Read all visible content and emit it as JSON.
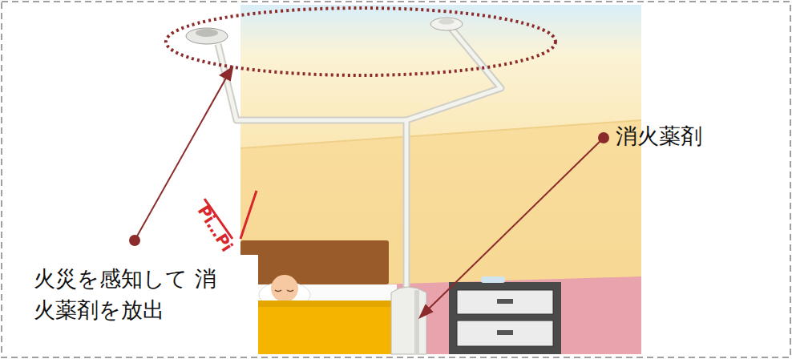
{
  "diagram": {
    "labels": [
      "火災を感知して 消火薬剤を放出",
      "消火薬剤",
      "Pi…Pi"
    ]
  }
}
